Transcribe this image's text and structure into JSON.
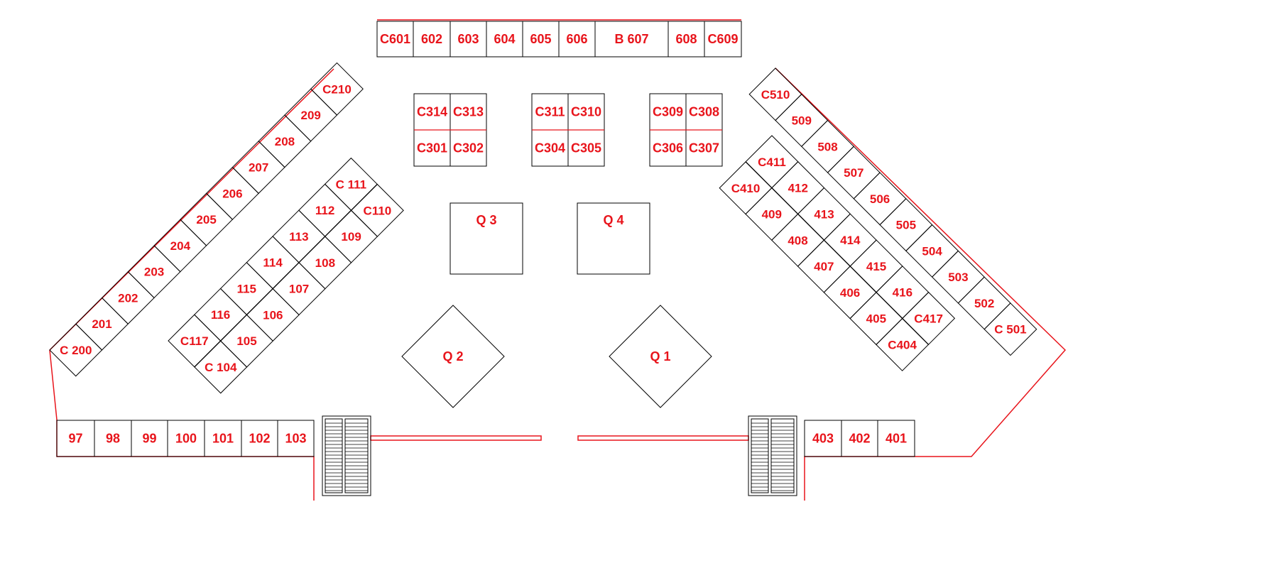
{
  "map": {
    "row_top": [
      "C601",
      "602",
      "603",
      "604",
      "605",
      "606",
      "B 607",
      "608",
      "C609"
    ],
    "islands": [
      {
        "top": [
          "C314",
          "C313"
        ],
        "bottom": [
          "C301",
          "C302"
        ]
      },
      {
        "top": [
          "C311",
          "C310"
        ],
        "bottom": [
          "C304",
          "C305"
        ]
      },
      {
        "top": [
          "C309",
          "C308"
        ],
        "bottom": [
          "C306",
          "C307"
        ]
      }
    ],
    "row_200": [
      "C 200",
      "201",
      "202",
      "203",
      "204",
      "205",
      "206",
      "207",
      "208",
      "209",
      "C210"
    ],
    "block_100_outer": [
      "C117",
      "116",
      "115",
      "114",
      "113",
      "112",
      "C 111"
    ],
    "block_100_inner": [
      "C 104",
      "105",
      "106",
      "107",
      "108",
      "109",
      "C110"
    ],
    "block_400_outer": [
      "C410",
      "409",
      "408",
      "407",
      "406",
      "405",
      "C404"
    ],
    "block_400_inner": [
      "C411",
      "412",
      "413",
      "414",
      "415",
      "416",
      "C417"
    ],
    "row_500": [
      "C510",
      "509",
      "508",
      "507",
      "506",
      "505",
      "504",
      "503",
      "502",
      "C 501"
    ],
    "row_bottom_left": [
      "97",
      "98",
      "99",
      "100",
      "101",
      "102",
      "103"
    ],
    "row_bottom_right": [
      "403",
      "402",
      "401"
    ],
    "squares": [
      "Q 3",
      "Q 4"
    ],
    "diamonds": [
      "Q 2",
      "Q 1"
    ]
  }
}
